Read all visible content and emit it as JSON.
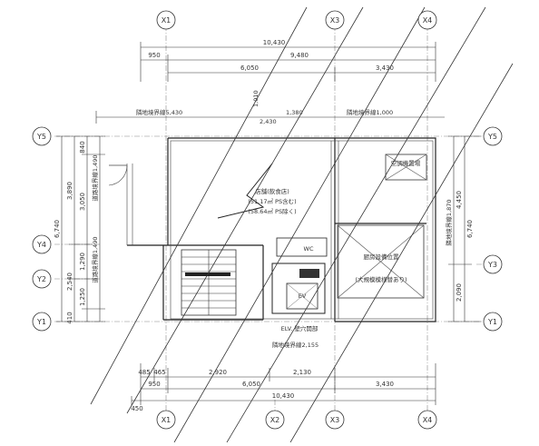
{
  "grid": {
    "x_labels": [
      "X1",
      "X2",
      "X3",
      "X4"
    ],
    "y_labels": [
      "Y5",
      "Y4",
      "Y2",
      "Y1"
    ],
    "right_labels": [
      "Y5",
      "Y3",
      "Y1"
    ]
  },
  "dims_top": {
    "overall": "10,430",
    "row2": [
      "950",
      "9,480"
    ],
    "row3": [
      "6,050",
      "3,430"
    ],
    "boundary_left": "隣地境界線5,430",
    "boundary_right": "隣地境界線1,000",
    "small_a": "1,380",
    "small_b": "1,010",
    "small_c": "2,430"
  },
  "dims_bottom": {
    "row1": [
      "485",
      "465",
      "2,920",
      "2,130"
    ],
    "row2": [
      "950",
      "6,050",
      "3,430"
    ],
    "overall": "10,430",
    "offset": "450"
  },
  "dims_left": {
    "overall": "6,740",
    "parts": [
      "3,890",
      "3,050",
      "1,290",
      "1,250",
      "2,540",
      "840",
      "410"
    ],
    "road_top": "道路境界線1,490",
    "road_mid": "道路境界線1,490"
  },
  "dims_right": {
    "overall": "6,740",
    "parts": [
      "4,450",
      "2,090"
    ],
    "boundary": "隣地境界線1,870"
  },
  "rooms": {
    "store": [
      "店舗(飲食店)",
      "(51.17㎡ PS含む)",
      "(58.64㎡ PS除く)"
    ],
    "kitchen": [
      "厨房設備位置",
      "(大規模模様替あり)"
    ],
    "ac": "空調機置場",
    "ev": "EV",
    "ev_label": "ELV. 壁穴開部",
    "wc": "WC"
  },
  "bottom_boundary": "隣地境界線2,155"
}
